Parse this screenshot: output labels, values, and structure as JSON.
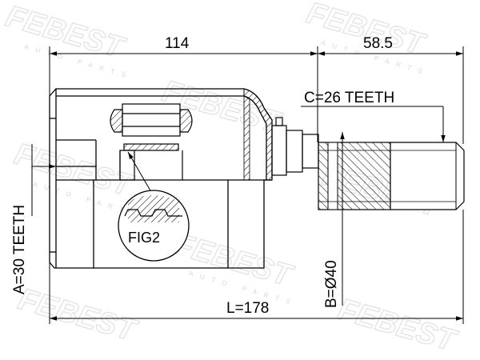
{
  "drawing": {
    "dimensions": {
      "housing_length": "114",
      "shaft_length": "58.5",
      "outer_teeth": "C=26 TEETH",
      "inner_teeth": "A=30 TEETH",
      "diameter": "B=Ø40",
      "total_length": "L=178"
    },
    "figure_label": "FIG2",
    "watermark": {
      "brand": "FEBEST",
      "subtext": "AUTO PARTS"
    },
    "colors": {
      "line": "#000000",
      "watermark": "#e3e3e3",
      "background": "#ffffff"
    }
  }
}
